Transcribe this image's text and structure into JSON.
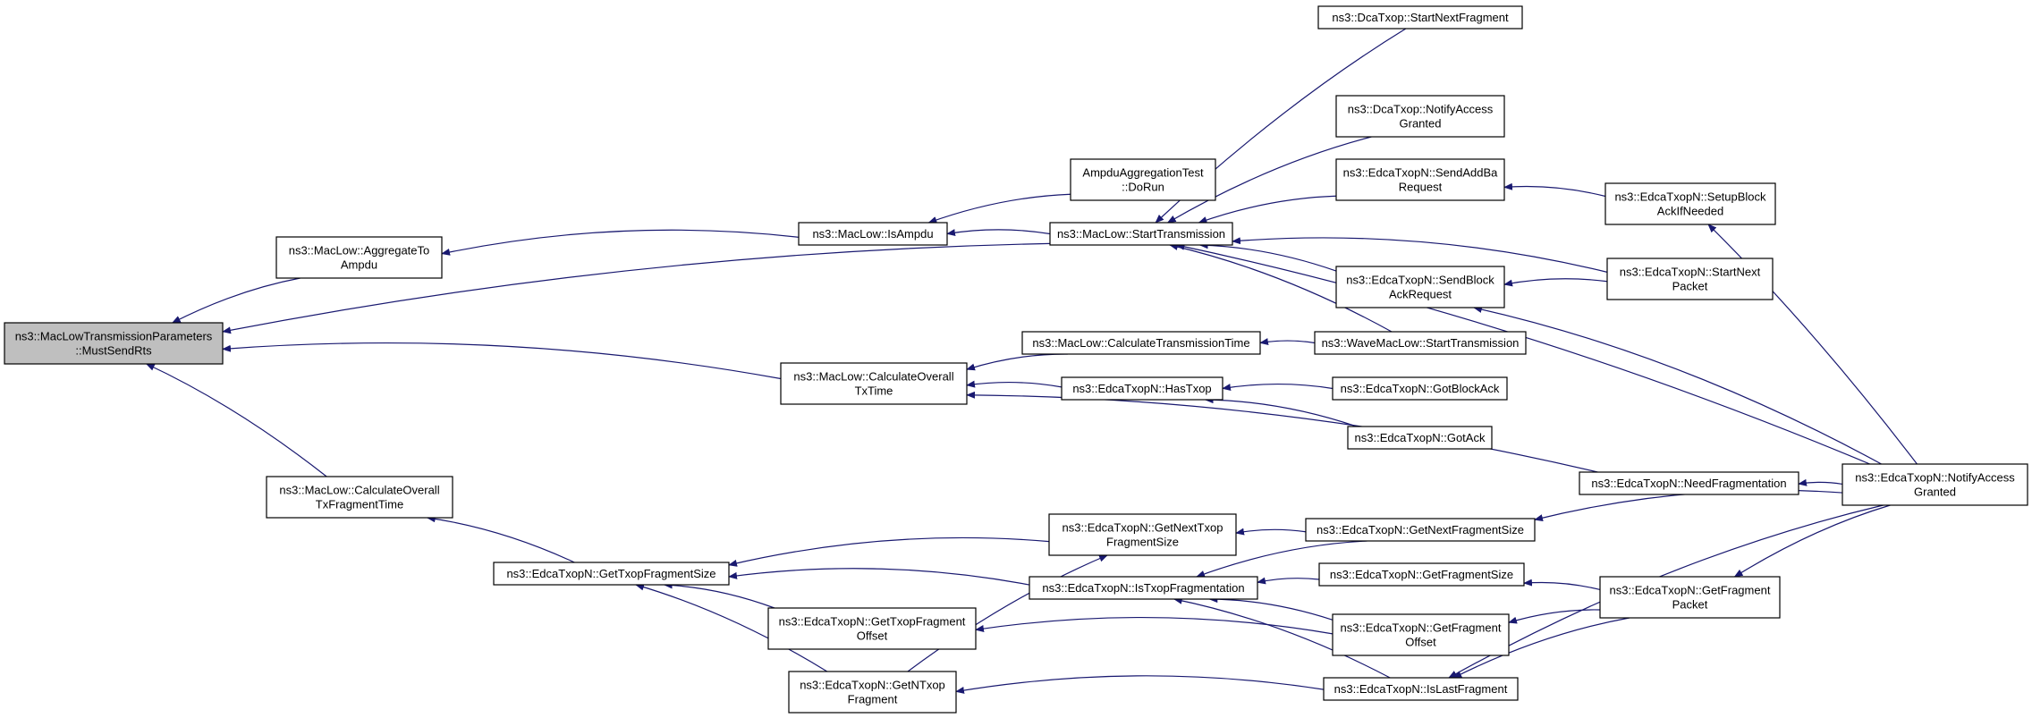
{
  "graph": {
    "title": "",
    "edge_color": "#191970",
    "focus_fill": "#bfbfbf",
    "nodes": [
      {
        "id": "must_send_rts",
        "lines": [
          "ns3::MacLowTransmissionParameters",
          "::MustSendRts"
        ],
        "focus": true
      },
      {
        "id": "aggregate_to_ampdu",
        "lines": [
          "ns3::MacLow::AggregateTo",
          "Ampdu"
        ]
      },
      {
        "id": "calc_overall_txfragtime",
        "lines": [
          "ns3::MacLow::CalculateOverall",
          "TxFragmentTime"
        ]
      },
      {
        "id": "is_ampdu",
        "lines": [
          "ns3::MacLow::IsAmpdu"
        ]
      },
      {
        "id": "calc_overall_txtime",
        "lines": [
          "ns3::MacLow::CalculateOverall",
          "TxTime"
        ]
      },
      {
        "id": "get_txop_frag_size",
        "lines": [
          "ns3::EdcaTxopN::GetTxopFragmentSize"
        ]
      },
      {
        "id": "ampdu_test_dorun",
        "lines": [
          "AmpduAggregationTest",
          "::DoRun"
        ]
      },
      {
        "id": "start_transmission",
        "lines": [
          "ns3::MacLow::StartTransmission"
        ]
      },
      {
        "id": "calc_transmission_time",
        "lines": [
          "ns3::MacLow::CalculateTransmissionTime"
        ]
      },
      {
        "id": "has_txop",
        "lines": [
          "ns3::EdcaTxopN::HasTxop"
        ]
      },
      {
        "id": "get_next_txop_frag_size",
        "lines": [
          "ns3::EdcaTxopN::GetNextTxop",
          "FragmentSize"
        ]
      },
      {
        "id": "is_txop_fragmentation",
        "lines": [
          "ns3::EdcaTxopN::IsTxopFragmentation"
        ]
      },
      {
        "id": "get_txop_frag_offset",
        "lines": [
          "ns3::EdcaTxopN::GetTxopFragment",
          "Offset"
        ]
      },
      {
        "id": "get_n_txop_fragment",
        "lines": [
          "ns3::EdcaTxopN::GetNTxop",
          "Fragment"
        ]
      },
      {
        "id": "dca_start_next_fragment",
        "lines": [
          "ns3::DcaTxop::StartNextFragment"
        ]
      },
      {
        "id": "dca_notify_access_granted",
        "lines": [
          "ns3::DcaTxop::NotifyAccess",
          "Granted"
        ]
      },
      {
        "id": "send_addba_request",
        "lines": [
          "ns3::EdcaTxopN::SendAddBa",
          "Request"
        ]
      },
      {
        "id": "send_blockack_request",
        "lines": [
          "ns3::EdcaTxopN::SendBlock",
          "AckRequest"
        ]
      },
      {
        "id": "wave_start_transmission",
        "lines": [
          "ns3::WaveMacLow::StartTransmission"
        ]
      },
      {
        "id": "got_block_ack",
        "lines": [
          "ns3::EdcaTxopN::GotBlockAck"
        ]
      },
      {
        "id": "got_ack",
        "lines": [
          "ns3::EdcaTxopN::GotAck"
        ]
      },
      {
        "id": "need_fragmentation",
        "lines": [
          "ns3::EdcaTxopN::NeedFragmentation"
        ]
      },
      {
        "id": "get_next_fragment_size",
        "lines": [
          "ns3::EdcaTxopN::GetNextFragmentSize"
        ]
      },
      {
        "id": "get_fragment_size",
        "lines": [
          "ns3::EdcaTxopN::GetFragmentSize"
        ]
      },
      {
        "id": "get_fragment_offset",
        "lines": [
          "ns3::EdcaTxopN::GetFragment",
          "Offset"
        ]
      },
      {
        "id": "is_last_fragment",
        "lines": [
          "ns3::EdcaTxopN::IsLastFragment"
        ]
      },
      {
        "id": "setup_blockack_if_needed",
        "lines": [
          "ns3::EdcaTxopN::SetupBlock",
          "AckIfNeeded"
        ]
      },
      {
        "id": "start_next_packet",
        "lines": [
          "ns3::EdcaTxopN::StartNext",
          "Packet"
        ]
      },
      {
        "id": "get_fragment_packet",
        "lines": [
          "ns3::EdcaTxopN::GetFragment",
          "Packet"
        ]
      },
      {
        "id": "edca_notify_access_granted",
        "lines": [
          "ns3::EdcaTxopN::NotifyAccess",
          "Granted"
        ]
      }
    ],
    "edges": [
      {
        "from": "aggregate_to_ampdu",
        "to": "must_send_rts"
      },
      {
        "from": "start_transmission",
        "to": "must_send_rts"
      },
      {
        "from": "calc_overall_txtime",
        "to": "must_send_rts"
      },
      {
        "from": "calc_overall_txfragtime",
        "to": "must_send_rts"
      },
      {
        "from": "is_ampdu",
        "to": "aggregate_to_ampdu"
      },
      {
        "from": "ampdu_test_dorun",
        "to": "is_ampdu"
      },
      {
        "from": "start_transmission",
        "to": "is_ampdu"
      },
      {
        "from": "calc_transmission_time",
        "to": "calc_overall_txtime"
      },
      {
        "from": "has_txop",
        "to": "calc_overall_txtime"
      },
      {
        "from": "need_fragmentation",
        "to": "calc_overall_txtime"
      },
      {
        "from": "get_txop_frag_size",
        "to": "calc_overall_txfragtime"
      },
      {
        "from": "dca_start_next_fragment",
        "to": "start_transmission"
      },
      {
        "from": "dca_notify_access_granted",
        "to": "start_transmission"
      },
      {
        "from": "send_addba_request",
        "to": "start_transmission"
      },
      {
        "from": "send_blockack_request",
        "to": "start_transmission"
      },
      {
        "from": "wave_start_transmission",
        "to": "start_transmission"
      },
      {
        "from": "start_next_packet",
        "to": "start_transmission"
      },
      {
        "from": "edca_notify_access_granted",
        "to": "start_transmission"
      },
      {
        "from": "wave_start_transmission",
        "to": "calc_transmission_time"
      },
      {
        "from": "got_block_ack",
        "to": "has_txop"
      },
      {
        "from": "got_ack",
        "to": "has_txop"
      },
      {
        "from": "get_next_txop_frag_size",
        "to": "get_txop_frag_size"
      },
      {
        "from": "is_txop_fragmentation",
        "to": "get_txop_frag_size"
      },
      {
        "from": "get_txop_frag_offset",
        "to": "get_txop_frag_size"
      },
      {
        "from": "get_n_txop_fragment",
        "to": "get_txop_frag_size"
      },
      {
        "from": "get_next_fragment_size",
        "to": "get_next_txop_frag_size"
      },
      {
        "from": "get_n_txop_fragment",
        "to": "get_next_txop_frag_size"
      },
      {
        "from": "get_next_fragment_size",
        "to": "is_txop_fragmentation"
      },
      {
        "from": "get_fragment_size",
        "to": "is_txop_fragmentation"
      },
      {
        "from": "get_fragment_offset",
        "to": "is_txop_fragmentation"
      },
      {
        "from": "is_last_fragment",
        "to": "is_txop_fragmentation"
      },
      {
        "from": "get_fragment_offset",
        "to": "get_txop_frag_offset"
      },
      {
        "from": "is_last_fragment",
        "to": "get_n_txop_fragment"
      },
      {
        "from": "setup_blockack_if_needed",
        "to": "send_addba_request"
      },
      {
        "from": "start_next_packet",
        "to": "send_blockack_request"
      },
      {
        "from": "edca_notify_access_granted",
        "to": "send_blockack_request"
      },
      {
        "from": "edca_notify_access_granted",
        "to": "need_fragmentation"
      },
      {
        "from": "edca_notify_access_granted",
        "to": "get_next_fragment_size"
      },
      {
        "from": "get_fragment_packet",
        "to": "get_fragment_size"
      },
      {
        "from": "get_fragment_packet",
        "to": "get_fragment_offset"
      },
      {
        "from": "get_fragment_packet",
        "to": "is_last_fragment"
      },
      {
        "from": "edca_notify_access_granted",
        "to": "is_last_fragment"
      },
      {
        "from": "edca_notify_access_granted",
        "to": "setup_blockack_if_needed"
      },
      {
        "from": "edca_notify_access_granted",
        "to": "get_fragment_packet"
      }
    ]
  }
}
